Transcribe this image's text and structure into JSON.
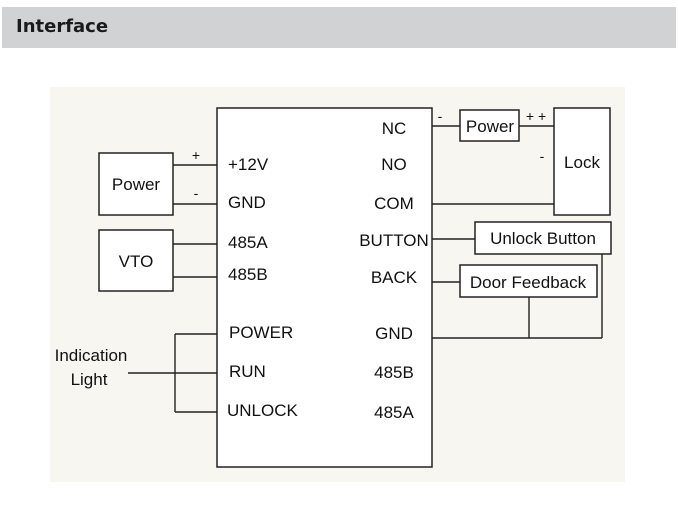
{
  "header": {
    "title": "Interface"
  },
  "diagram": {
    "main_unit": {
      "left_pins": [
        "+12V",
        "GND",
        "485A",
        "485B",
        "POWER",
        "RUN",
        "UNLOCK"
      ],
      "right_pins": [
        "NC",
        "NO",
        "COM",
        "BUTTON",
        "BACK",
        "GND",
        "485B",
        "485A"
      ]
    },
    "devices": {
      "power_left": "Power",
      "vto": "VTO",
      "power_right": "Power",
      "lock": "Lock",
      "unlock_button": "Unlock Button",
      "door_feedback": "Door Feedback",
      "indication_light_line1": "Indication",
      "indication_light_line2": "Light"
    },
    "polarity": {
      "left_power_plus": "+",
      "left_power_minus": "-",
      "right_power_minus": "-",
      "right_power_plus": "+ +",
      "lock_minus": "-"
    }
  }
}
